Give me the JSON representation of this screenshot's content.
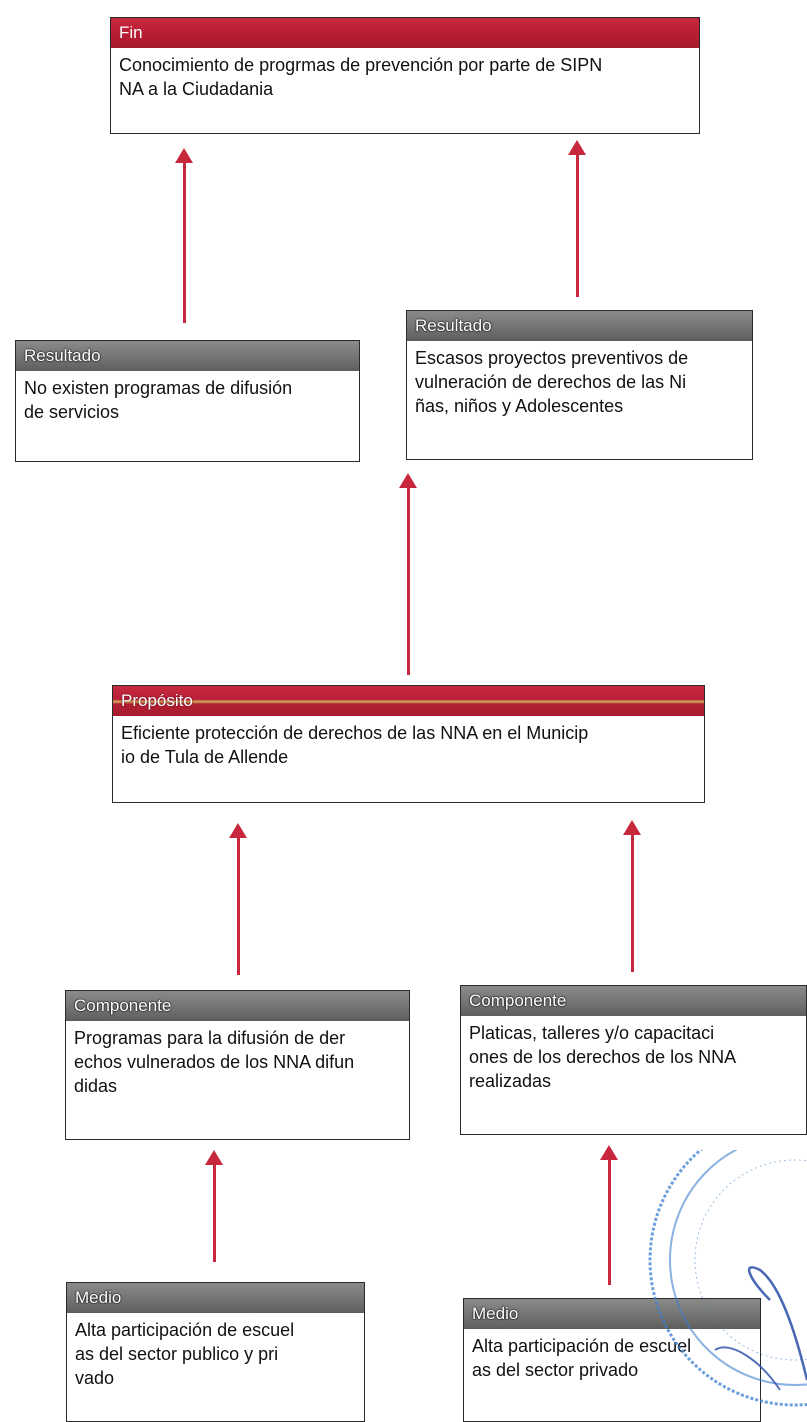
{
  "fin": {
    "header": "Fin",
    "text": "Conocimiento de progrmas de prevención por parte de SIPN\nNA a la Ciudadania"
  },
  "resultado_left": {
    "header": "Resultado",
    "text": "No existen programas de difusión\nde servicios"
  },
  "resultado_right": {
    "header": "Resultado",
    "text": "Escasos proyectos preventivos de\nvulneración de derechos de las Ni\nñas, niños y Adolescentes"
  },
  "proposito": {
    "header": "Propósito",
    "text": "Eficiente protección de derechos de las NNA en el Municip\nio de Tula de Allende"
  },
  "componente_left": {
    "header": "Componente",
    "text": "Programas para la difusión de der\nechos vulnerados de los NNA difun\ndidas"
  },
  "componente_right": {
    "header": "Componente",
    "text": "Platicas, talleres y/o capacitaci\nones  de los derechos de los NNA\nrealizadas"
  },
  "medio_left": {
    "header": "Medio",
    "text": "Alta participación de escuel\nas del sector publico y  pri\nvado"
  },
  "medio_right": {
    "header": "Medio",
    "text": "Alta participación de escuel\nas del sector privado"
  },
  "colors": {
    "red_header": "#b81d33",
    "gray_header": "#767674",
    "arrow": "#c8283e",
    "seal": "#3b7fd0"
  }
}
